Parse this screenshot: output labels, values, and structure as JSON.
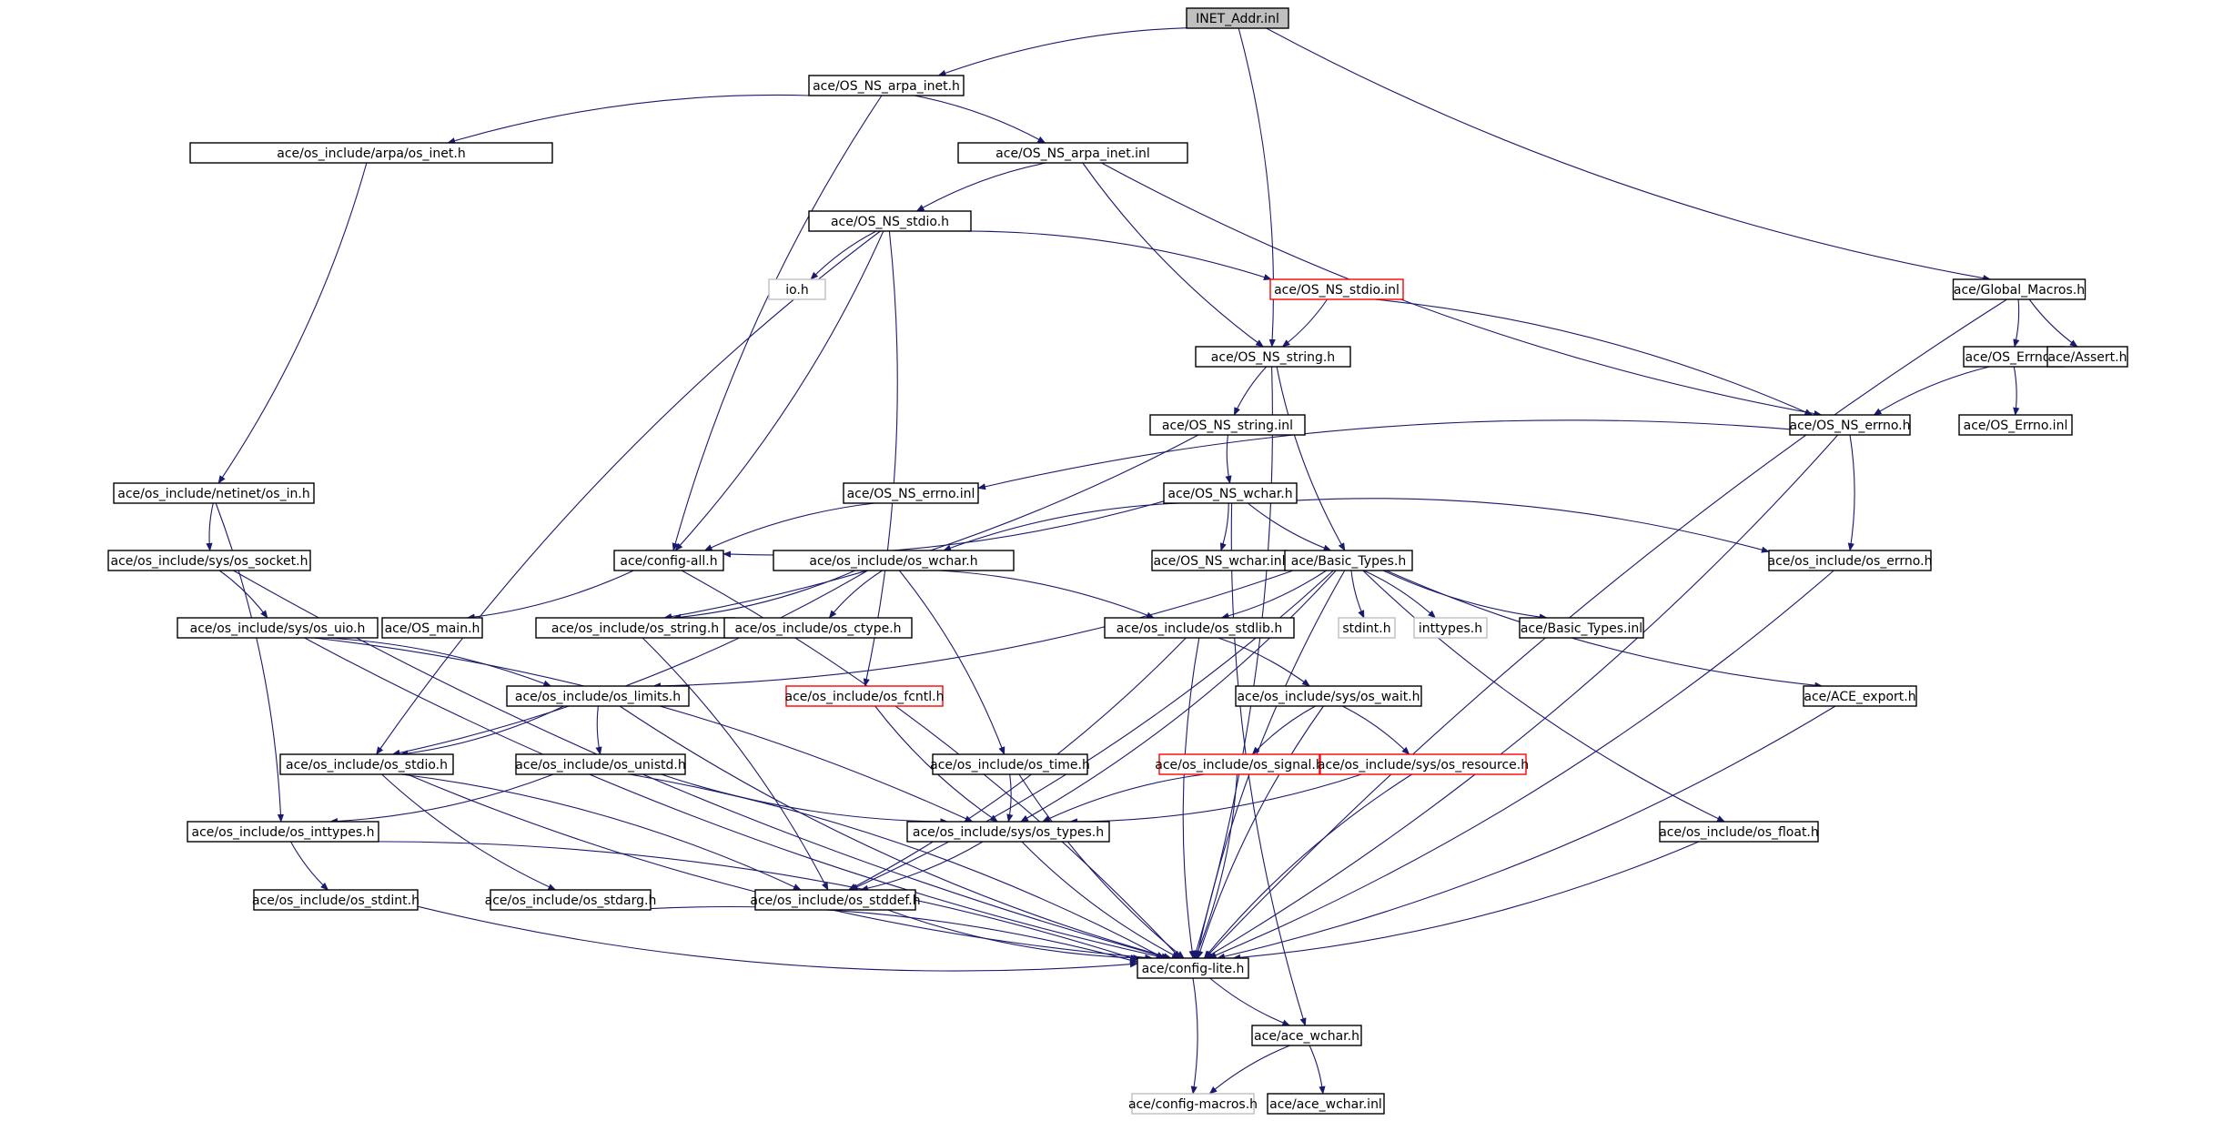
{
  "colors": {
    "edge": "#191970",
    "node_border": "#000000",
    "node_border_truncated": "#ff0000",
    "node_border_missing": "#bfbfbf",
    "node_fill": "#ffffff",
    "root_fill": "#bfbfbf"
  },
  "nodes": [
    {
      "id": "n0",
      "label": "INET_Addr.inl",
      "kind": "root"
    },
    {
      "id": "n1",
      "label": "ace/OS_NS_arpa_inet.h",
      "kind": "normal"
    },
    {
      "id": "n2",
      "label": "ace/os_include/arpa/os_inet.h",
      "kind": "normal"
    },
    {
      "id": "n3",
      "label": "ace/OS_NS_arpa_inet.inl",
      "kind": "normal"
    },
    {
      "id": "n4",
      "label": "ace/OS_NS_stdio.h",
      "kind": "normal"
    },
    {
      "id": "n5",
      "label": "io.h",
      "kind": "missing"
    },
    {
      "id": "n6",
      "label": "ace/OS_NS_stdio.inl",
      "kind": "truncated"
    },
    {
      "id": "n7",
      "label": "ace/Global_Macros.h",
      "kind": "normal"
    },
    {
      "id": "n8",
      "label": "ace/OS_NS_string.h",
      "kind": "normal"
    },
    {
      "id": "n9",
      "label": "ace/OS_Errno.h",
      "kind": "normal"
    },
    {
      "id": "n10",
      "label": "ace/Assert.h",
      "kind": "normal"
    },
    {
      "id": "n11",
      "label": "ace/OS_NS_string.inl",
      "kind": "normal"
    },
    {
      "id": "n12",
      "label": "ace/OS_NS_errno.h",
      "kind": "normal"
    },
    {
      "id": "n13",
      "label": "ace/OS_Errno.inl",
      "kind": "normal"
    },
    {
      "id": "n14",
      "label": "ace/os_include/netinet/os_in.h",
      "kind": "normal"
    },
    {
      "id": "n15",
      "label": "ace/OS_NS_errno.inl",
      "kind": "normal"
    },
    {
      "id": "n16",
      "label": "ace/OS_NS_wchar.h",
      "kind": "normal"
    },
    {
      "id": "n17",
      "label": "ace/os_include/sys/os_socket.h",
      "kind": "normal"
    },
    {
      "id": "n18",
      "label": "ace/config-all.h",
      "kind": "normal"
    },
    {
      "id": "n19",
      "label": "ace/os_include/os_wchar.h",
      "kind": "normal"
    },
    {
      "id": "n20",
      "label": "ace/OS_NS_wchar.inl",
      "kind": "normal"
    },
    {
      "id": "n21",
      "label": "ace/Basic_Types.h",
      "kind": "normal"
    },
    {
      "id": "n22",
      "label": "ace/os_include/os_errno.h",
      "kind": "normal"
    },
    {
      "id": "n23",
      "label": "ace/os_include/sys/os_uio.h",
      "kind": "normal"
    },
    {
      "id": "n24",
      "label": "ace/OS_main.h",
      "kind": "normal"
    },
    {
      "id": "n25",
      "label": "ace/os_include/os_string.h",
      "kind": "normal"
    },
    {
      "id": "n26",
      "label": "ace/os_include/os_ctype.h",
      "kind": "normal"
    },
    {
      "id": "n27",
      "label": "ace/os_include/os_stdlib.h",
      "kind": "normal"
    },
    {
      "id": "n28",
      "label": "stdint.h",
      "kind": "missing"
    },
    {
      "id": "n29",
      "label": "inttypes.h",
      "kind": "missing"
    },
    {
      "id": "n30",
      "label": "ace/Basic_Types.inl",
      "kind": "normal"
    },
    {
      "id": "n31",
      "label": "ace/os_include/os_limits.h",
      "kind": "normal"
    },
    {
      "id": "n32",
      "label": "ace/os_include/os_fcntl.h",
      "kind": "truncated"
    },
    {
      "id": "n33",
      "label": "ace/os_include/sys/os_wait.h",
      "kind": "normal"
    },
    {
      "id": "n34",
      "label": "ace/ACE_export.h",
      "kind": "normal"
    },
    {
      "id": "n35",
      "label": "ace/os_include/os_stdio.h",
      "kind": "normal"
    },
    {
      "id": "n36",
      "label": "ace/os_include/os_unistd.h",
      "kind": "normal"
    },
    {
      "id": "n37",
      "label": "ace/os_include/os_time.h",
      "kind": "normal"
    },
    {
      "id": "n38",
      "label": "ace/os_include/os_signal.h",
      "kind": "truncated"
    },
    {
      "id": "n39",
      "label": "ace/os_include/sys/os_resource.h",
      "kind": "truncated"
    },
    {
      "id": "n40",
      "label": "ace/os_include/os_inttypes.h",
      "kind": "normal"
    },
    {
      "id": "n41",
      "label": "ace/os_include/sys/os_types.h",
      "kind": "normal"
    },
    {
      "id": "n42",
      "label": "ace/os_include/os_float.h",
      "kind": "normal"
    },
    {
      "id": "n43",
      "label": "ace/os_include/os_stdint.h",
      "kind": "normal"
    },
    {
      "id": "n44",
      "label": "ace/os_include/os_stdarg.h",
      "kind": "normal"
    },
    {
      "id": "n45",
      "label": "ace/os_include/os_stddef.h",
      "kind": "normal"
    },
    {
      "id": "n46",
      "label": "ace/config-lite.h",
      "kind": "normal"
    },
    {
      "id": "n47",
      "label": "ace/ace_wchar.h",
      "kind": "normal"
    },
    {
      "id": "n48",
      "label": "ace/config-macros.h",
      "kind": "missing"
    },
    {
      "id": "n49",
      "label": "ace/ace_wchar.inl",
      "kind": "normal"
    }
  ],
  "edges": [
    [
      "n0",
      "n1"
    ],
    [
      "n0",
      "n8"
    ],
    [
      "n0",
      "n7"
    ],
    [
      "n1",
      "n2"
    ],
    [
      "n1",
      "n3"
    ],
    [
      "n1",
      "n18"
    ],
    [
      "n2",
      "n14"
    ],
    [
      "n3",
      "n4"
    ],
    [
      "n3",
      "n8"
    ],
    [
      "n3",
      "n12"
    ],
    [
      "n4",
      "n5"
    ],
    [
      "n4",
      "n6"
    ],
    [
      "n4",
      "n18"
    ],
    [
      "n4",
      "n35"
    ],
    [
      "n4",
      "n32"
    ],
    [
      "n6",
      "n8"
    ],
    [
      "n6",
      "n12"
    ],
    [
      "n7",
      "n9"
    ],
    [
      "n7",
      "n10"
    ],
    [
      "n7",
      "n46"
    ],
    [
      "n8",
      "n11"
    ],
    [
      "n8",
      "n21"
    ],
    [
      "n8",
      "n46"
    ],
    [
      "n9",
      "n12"
    ],
    [
      "n9",
      "n13"
    ],
    [
      "n11",
      "n16"
    ],
    [
      "n11",
      "n25"
    ],
    [
      "n12",
      "n15"
    ],
    [
      "n12",
      "n22"
    ],
    [
      "n12",
      "n46"
    ],
    [
      "n14",
      "n17"
    ],
    [
      "n14",
      "n40"
    ],
    [
      "n15",
      "n18"
    ],
    [
      "n16",
      "n18"
    ],
    [
      "n16",
      "n19"
    ],
    [
      "n16",
      "n20"
    ],
    [
      "n16",
      "n21"
    ],
    [
      "n16",
      "n22"
    ],
    [
      "n16",
      "n47"
    ],
    [
      "n17",
      "n23"
    ],
    [
      "n17",
      "n46"
    ],
    [
      "n18",
      "n24"
    ],
    [
      "n18",
      "n46"
    ],
    [
      "n19",
      "n25"
    ],
    [
      "n19",
      "n26"
    ],
    [
      "n19",
      "n27"
    ],
    [
      "n19",
      "n35"
    ],
    [
      "n19",
      "n37"
    ],
    [
      "n21",
      "n27"
    ],
    [
      "n21",
      "n28"
    ],
    [
      "n21",
      "n29"
    ],
    [
      "n21",
      "n30"
    ],
    [
      "n21",
      "n31"
    ],
    [
      "n21",
      "n34"
    ],
    [
      "n21",
      "n42"
    ],
    [
      "n21",
      "n41"
    ],
    [
      "n21",
      "n45"
    ],
    [
      "n21",
      "n46"
    ],
    [
      "n22",
      "n46"
    ],
    [
      "n23",
      "n31"
    ],
    [
      "n23",
      "n41"
    ],
    [
      "n23",
      "n46"
    ],
    [
      "n25",
      "n45"
    ],
    [
      "n27",
      "n33"
    ],
    [
      "n27",
      "n45"
    ],
    [
      "n27",
      "n46"
    ],
    [
      "n31",
      "n35"
    ],
    [
      "n31",
      "n36"
    ],
    [
      "n31",
      "n46"
    ],
    [
      "n32",
      "n41"
    ],
    [
      "n33",
      "n38"
    ],
    [
      "n33",
      "n39"
    ],
    [
      "n33",
      "n46"
    ],
    [
      "n34",
      "n46"
    ],
    [
      "n35",
      "n45"
    ],
    [
      "n35",
      "n44"
    ],
    [
      "n35",
      "n46"
    ],
    [
      "n36",
      "n40"
    ],
    [
      "n36",
      "n41"
    ],
    [
      "n36",
      "n46"
    ],
    [
      "n37",
      "n41"
    ],
    [
      "n37",
      "n46"
    ],
    [
      "n38",
      "n41"
    ],
    [
      "n38",
      "n46"
    ],
    [
      "n39",
      "n41"
    ],
    [
      "n39",
      "n46"
    ],
    [
      "n40",
      "n43"
    ],
    [
      "n40",
      "n46"
    ],
    [
      "n41",
      "n45"
    ],
    [
      "n41",
      "n46"
    ],
    [
      "n42",
      "n46"
    ],
    [
      "n43",
      "n46"
    ],
    [
      "n44",
      "n46"
    ],
    [
      "n45",
      "n46"
    ],
    [
      "n46",
      "n47"
    ],
    [
      "n46",
      "n48"
    ],
    [
      "n47",
      "n48"
    ],
    [
      "n47",
      "n49"
    ]
  ]
}
